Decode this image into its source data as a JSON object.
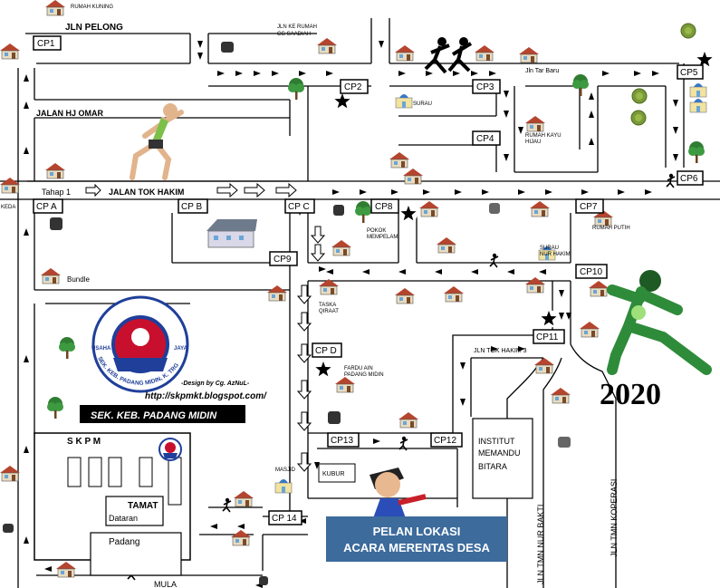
{
  "streets": {
    "jln_pelong": "JLN PELONG",
    "jalan_hj_omar": "JALAN HJ OMAR",
    "jalan_tok_hakim": "JALAN TOK HAKIM",
    "tahap": "Tahap 1",
    "jln_tok_hakim_3": "JLN TOK HAKIM 3",
    "jln_tmn_nur_bakti": "JLN TMN NUR BAKTI",
    "jln_tmn_koperasi": "JLN TMN KOPERASI",
    "jln_tar_baru": "Jln Tar Baru"
  },
  "landmarks": {
    "rumah_kuning": "RUMAH KUNING",
    "jln_ke_rumah_1": "JLN KE RUMAH",
    "jln_ke_rumah_2": "CG SAADIAH",
    "surau": "SURAU",
    "rumah_kayu_1": "RUMAH KAYU",
    "rumah_kayu_2": "HIJAU",
    "rumah_putih": "RUMAH PUTIH",
    "keda": "KEDA",
    "bundle": "Bundle",
    "pokok_1": "POKOK",
    "pokok_2": "MEMPELAM",
    "surau_nur_1": "SURAU",
    "surau_nur_2": "NUR HAKIM",
    "taska_1": "TASKA",
    "taska_2": "QIRAAT",
    "fardu_1": "FARDU AIN",
    "fardu_2": "PADANG MIDIN",
    "masjid": "MASJID",
    "kubur": "KUBUR",
    "institut_1": "INSTITUT",
    "institut_2": "MEMANDU",
    "institut_3": "BITARA",
    "tamat": "TAMAT",
    "dataran": "Dataran",
    "padang": "Padang",
    "mula": "MULA"
  },
  "checkpoints": [
    "CP1",
    "CP2",
    "CP3",
    "CP4",
    "CP5",
    "CP6",
    "CP7",
    "CP8",
    "CP9",
    "CP10",
    "CP11",
    "CP12",
    "CP13",
    "CP 14",
    "CP A",
    "CP B",
    "CP C",
    "CP D"
  ],
  "school": {
    "banner": "SEK. KEB. PADANG MIDIN",
    "letters": "S   K   P   M",
    "logo_top_left": "USAHA",
    "logo_top_right": "JAYA",
    "logo_ring": "SEK. KEB. PADANG MIDIN, K. TRG"
  },
  "credits": {
    "design": "-Design by Cg. AzNuL-",
    "url": "http://skpmkt.blogspot.com/"
  },
  "year": "2020",
  "title_box": {
    "line1": "PELAN LOKASI",
    "line2": "ACARA MERENTAS DESA"
  },
  "colors": {
    "banner_bg": "#000000",
    "title_bg": "#3c6b9c",
    "logo_blue": "#1f3f9a",
    "logo_red": "#c8102e",
    "tree_green": "#2f7d32",
    "roof_red": "#b5452e",
    "runner_green": "#2e8b3a"
  }
}
